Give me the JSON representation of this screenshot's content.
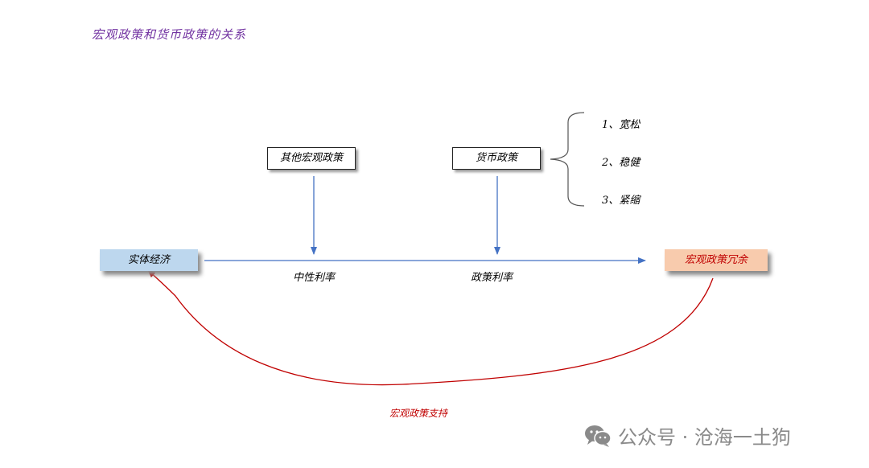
{
  "title": "宏观政策和货币政策的关系",
  "nodes": {
    "other_policy": "其他宏观政策",
    "monetary_policy": "货币政策",
    "real_economy": "实体经济",
    "policy_surplus": "宏观政策冗余"
  },
  "labels": {
    "neutral_rate": "中性利率",
    "policy_rate": "政策利率",
    "policy_support": "宏观政策支持"
  },
  "monetary_options": [
    "1、宽松",
    "2、稳健",
    "3、紧缩"
  ],
  "watermark": "公众号 · 沧海一土狗",
  "colors": {
    "title": "#7030a0",
    "arrow_blue": "#4472c4",
    "arrow_red": "#c00000",
    "real_economy_fill": "#bdd7ee",
    "surplus_fill": "#f8cbad"
  }
}
